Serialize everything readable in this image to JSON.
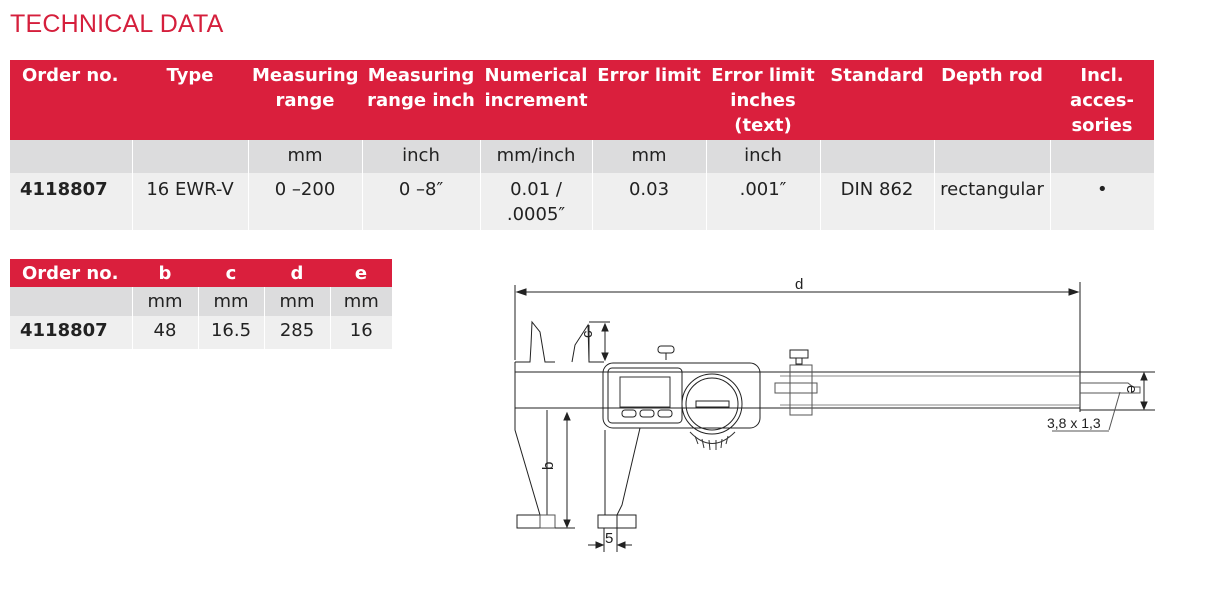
{
  "page": {
    "title": "TECHNICAL DATA",
    "accent_color": "#da1f3d"
  },
  "main_table": {
    "headers": [
      "Order no.",
      "Type",
      "Measuring range",
      "Measuring range inch",
      "Numerical increment",
      "Error limit",
      "Error limit inches (text)",
      "Standard",
      "Depth rod",
      "Incl. acces-sories"
    ],
    "header_lines": [
      [
        "Order no."
      ],
      [
        "Type"
      ],
      [
        "Measuring",
        "range"
      ],
      [
        "Measuring",
        "range inch"
      ],
      [
        "Numerical",
        "increment"
      ],
      [
        "Error limit"
      ],
      [
        "Error limit",
        "inches",
        "(text)"
      ],
      [
        "Standard"
      ],
      [
        "Depth rod"
      ],
      [
        "Incl. acces-",
        "sories"
      ]
    ],
    "units": [
      "",
      "",
      "mm",
      "inch",
      "mm/inch",
      "mm",
      "inch",
      "",
      "",
      ""
    ],
    "rows": [
      {
        "order_no": "4118807",
        "type": "16 EWR-V",
        "measuring_range": "0 –200",
        "measuring_range_inch": "0 –8″",
        "numerical_increment_1": "0.01 /",
        "numerical_increment_2": ".0005″",
        "error_limit": "0.03",
        "error_limit_inches": ".001″",
        "standard": "DIN 862",
        "depth_rod": "rectangular",
        "incl_accessories": "•"
      }
    ]
  },
  "dimension_table": {
    "headers": [
      "Order no.",
      "b",
      "c",
      "d",
      "e"
    ],
    "units": [
      "",
      "mm",
      "mm",
      "mm",
      "mm"
    ],
    "rows": [
      {
        "order_no": "4118807",
        "b": "48",
        "c": "16.5",
        "d": "285",
        "e": "16"
      }
    ]
  },
  "diagram": {
    "labels": {
      "d": "d",
      "c": "c",
      "b": "b",
      "e": "e",
      "jaw_width": "5",
      "depth_rod_section": "3,8 x 1,3"
    }
  }
}
